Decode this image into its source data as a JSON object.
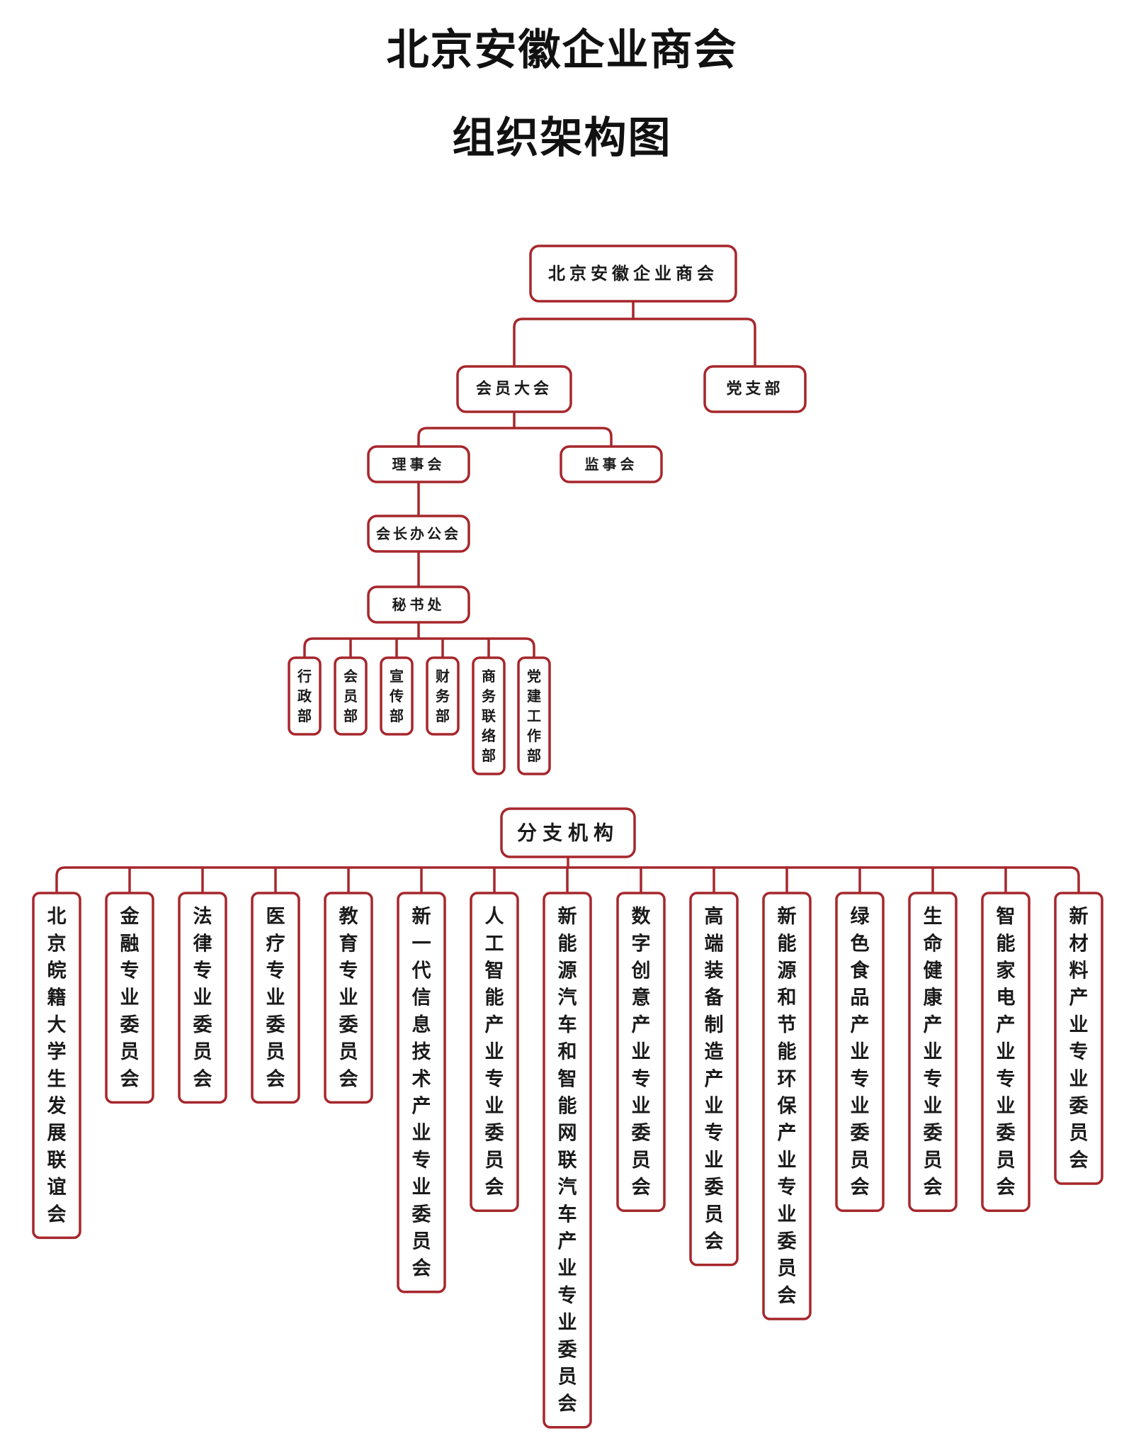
{
  "title": {
    "line1": "北京安徽企业商会",
    "line2": "组织架构图"
  },
  "colors": {
    "accent": "#a6272c",
    "text": "#1a1a1a"
  },
  "org": {
    "root": "北京安徽企业商会",
    "members_assembly": "会员大会",
    "party_branch": "党支部",
    "council": "理事会",
    "supervisory_board": "监事会",
    "presidents_office": "会长办公会",
    "secretariat": "秘书处",
    "departments": [
      "行政部",
      "会员部",
      "宣传部",
      "财务部",
      "商务联络部",
      "党建工作部"
    ],
    "branches_title": "分支机构",
    "branches": [
      "北京皖籍大学生发展联谊会",
      "金融专业委员会",
      "法律专业委员会",
      "医疗专业委员会",
      "教育专业委员会",
      "新一代信息技术产业专业委员会",
      "人工智能产业专业委员会",
      "新能源汽车和智能网联汽车产业专业委员会",
      "数字创意产业专业委员会",
      "高端装备制造产业专业委员会",
      "新能源和节能环保产业专业委员会",
      "绿色食品产业专业委员会",
      "生命健康产业专业委员会",
      "智能家电产业专业委员会",
      "新材料产业专业委员会"
    ]
  }
}
